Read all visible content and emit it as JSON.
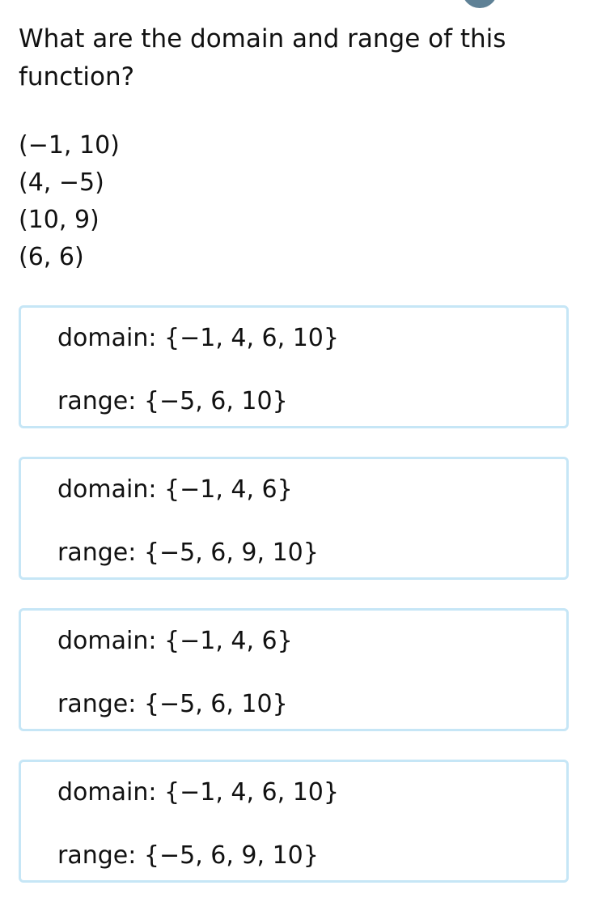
{
  "question": {
    "text": "What are the domain and range of this function?"
  },
  "ordered_pairs": [
    "(−1, 10)",
    "(4, −5)",
    "(10, 9)",
    "(6, 6)"
  ],
  "choices": [
    {
      "domain_label": "domain:",
      "domain_value": "{−1, 4, 6, 10}",
      "range_label": "range:",
      "range_value": "{−5, 6, 10}"
    },
    {
      "domain_label": "domain:",
      "domain_value": "{−1, 4, 6}",
      "range_label": "range:",
      "range_value": "{−5, 6, 9, 10}"
    },
    {
      "domain_label": "domain:",
      "domain_value": "{−1, 4, 6}",
      "range_label": "range:",
      "range_value": "{−5, 6, 10}"
    },
    {
      "domain_label": "domain:",
      "domain_value": "{−1, 4, 6, 10}",
      "range_label": "range:",
      "range_value": "{−5, 6, 9, 10}"
    }
  ],
  "colors": {
    "card_border": "#c6e6f6",
    "avatar": "#5f8196",
    "text": "#111111"
  }
}
